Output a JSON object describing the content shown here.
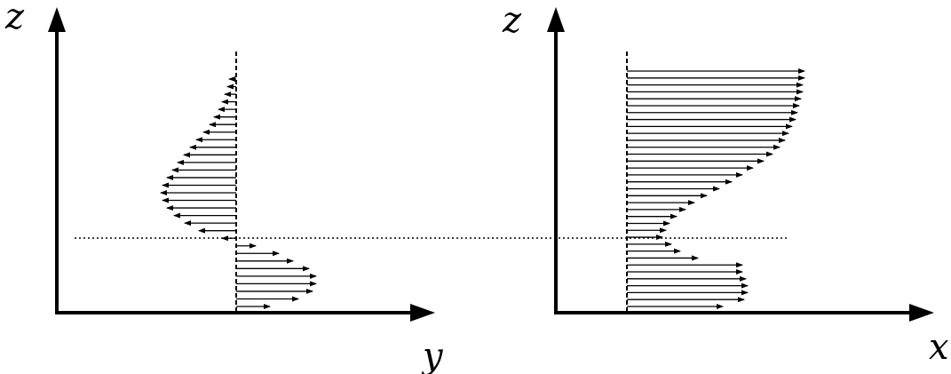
{
  "diagram": {
    "left_panel": {
      "vertical_axis_label": "z",
      "horizontal_axis_label": "y",
      "arrow_values": [
        -0.08,
        -0.1,
        -0.13,
        -0.16,
        -0.2,
        -0.25,
        -0.3,
        -0.37,
        -0.45,
        -0.52,
        -0.59,
        -0.66,
        -0.72,
        -0.78,
        -0.83,
        -0.85,
        -0.83,
        -0.78,
        -0.7,
        -0.58,
        -0.42,
        -0.16,
        0.22,
        0.48,
        0.64,
        0.82,
        0.9,
        0.9,
        0.86,
        0.7,
        0.38
      ]
    },
    "right_panel": {
      "vertical_axis_label": "z",
      "horizontal_axis_label": "x",
      "arrow_values": [
        1.0,
        1.0,
        0.99,
        0.99,
        0.98,
        0.97,
        0.96,
        0.95,
        0.93,
        0.91,
        0.89,
        0.86,
        0.82,
        0.77,
        0.71,
        0.65,
        0.59,
        0.52,
        0.45,
        0.38,
        0.33,
        0.28,
        0.24,
        0.22,
        0.2,
        0.25,
        0.3,
        0.4,
        0.65,
        0.65,
        0.67,
        0.68,
        0.68,
        0.66,
        0.54
      ]
    },
    "colors": {
      "ink": "#000000",
      "background": "#ffffff"
    }
  }
}
